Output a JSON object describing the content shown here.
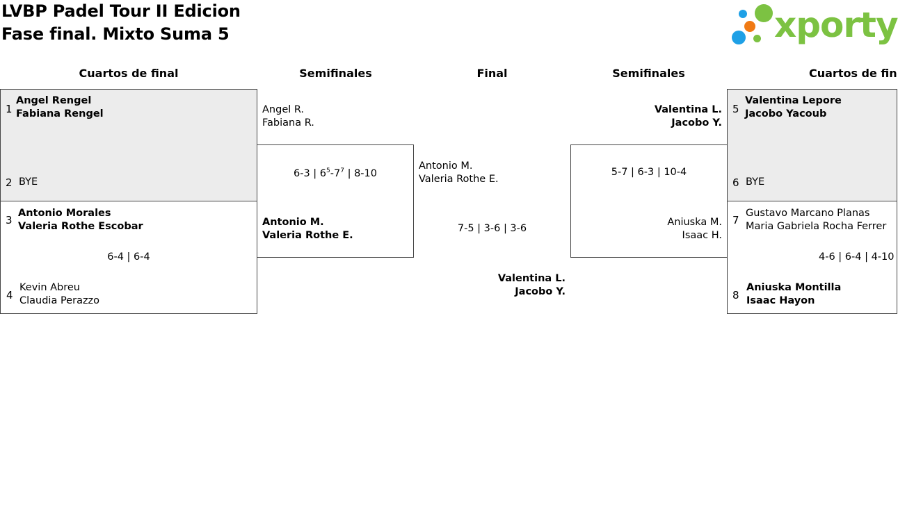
{
  "title_line1": "LVBP Padel Tour II Edicion",
  "title_line2": "Fase final. Mixto Suma 5",
  "logo": {
    "text": "xporty",
    "colors": {
      "green": "#7cc242",
      "blue": "#1ea0e6",
      "orange": "#f07a14"
    }
  },
  "headings": {
    "qf_left": "Cuartos de final",
    "sf_left": "Semifinales",
    "final": "Final",
    "sf_right": "Semifinales",
    "qf_right": "Cuartos de fin"
  },
  "qf_left": {
    "m1": {
      "seed_a": "1",
      "a1": "Angel Rengel",
      "a2": "Fabiana Rengel",
      "seed_b": "2",
      "b1": "BYE"
    },
    "m2": {
      "seed_a": "3",
      "a1": "Antonio Morales",
      "a2": "Valeria Rothe Escobar",
      "score": "6-4 | 6-4",
      "seed_b": "4",
      "b1": "Kevin Abreu",
      "b2": "Claudia Perazzo"
    }
  },
  "sf_left": {
    "a1": "Angel R.",
    "a2": "Fabiana R.",
    "score_pre": "6-3 | 6",
    "score_sup1": "5",
    "score_mid": "-7",
    "score_sup2": "7",
    "score_post": " | 8-10",
    "b1": "Antonio M.",
    "b2": "Valeria Rothe E."
  },
  "final": {
    "a1": "Antonio M.",
    "a2": "Valeria Rothe E.",
    "score": "7-5 | 3-6 | 3-6",
    "b1": "Valentina L.",
    "b2": "Jacobo Y."
  },
  "sf_right": {
    "a1": "Valentina L.",
    "a2": "Jacobo Y.",
    "score": "5-7 | 6-3 | 10-4",
    "b1": "Aniuska M.",
    "b2": "Isaac H."
  },
  "qf_right": {
    "m1": {
      "seed_a": "5",
      "a1": "Valentina Lepore",
      "a2": "Jacobo Yacoub",
      "seed_b": "6",
      "b1": "BYE"
    },
    "m2": {
      "seed_a": "7",
      "a1": "Gustavo Marcano Planas",
      "a2": "Maria Gabriela Rocha Ferrer",
      "score": "4-6 | 6-4 | 4-10",
      "seed_b": "8",
      "b1": "Aniuska Montilla",
      "b2": "Isaac Hayon"
    }
  }
}
